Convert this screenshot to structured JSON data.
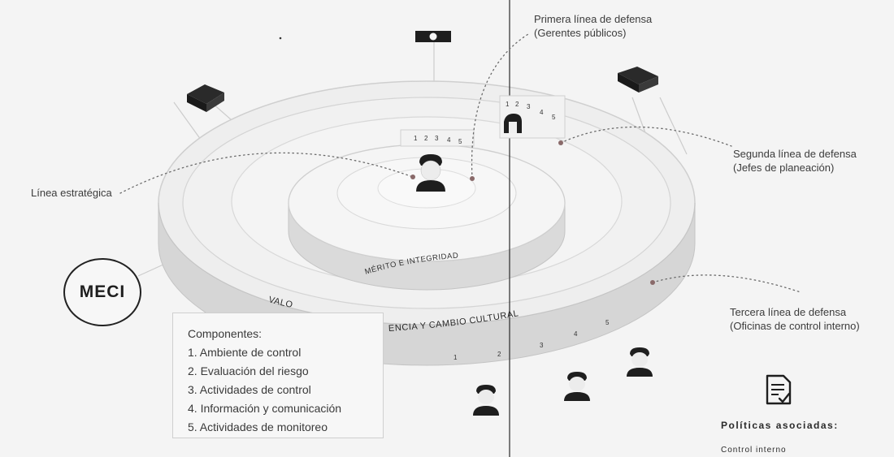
{
  "labels": {
    "linea_estrategica": "Línea estratégica",
    "primera": [
      "Primera línea de defensa",
      "(Gerentes públicos)"
    ],
    "segunda": [
      "Segunda línea de defensa",
      "(Jefes de planeación)"
    ],
    "tercera": [
      "Tercera línea de defensa",
      "(Oficinas de control interno)"
    ]
  },
  "meci": "MECI",
  "rings": {
    "inner": "MÉRITO E INTEGRIDAD",
    "outer_left": "VALO",
    "outer_right": "ENCIA Y CAMBIO CULTURAL"
  },
  "column_numbers": [
    "1",
    "2",
    "3",
    "4",
    "5"
  ],
  "componentes": {
    "title": "Componentes:",
    "items": [
      "1. Ambiente de control",
      "2. Evaluación del riesgo",
      "3. Actividades de control",
      "4. Información y comunicación",
      "5. Actividades de monitoreo"
    ]
  },
  "politicas": {
    "title": "Políticas asociadas:",
    "item": "Control interno"
  },
  "colors": {
    "ink": "#1e1e1e",
    "line": "#c8c8c8",
    "marker": "#8a6a6a",
    "band": "#dcdcdc"
  },
  "icons": [
    "briefcase-icon",
    "camera-icon",
    "person-icon",
    "policy-document-icon"
  ]
}
